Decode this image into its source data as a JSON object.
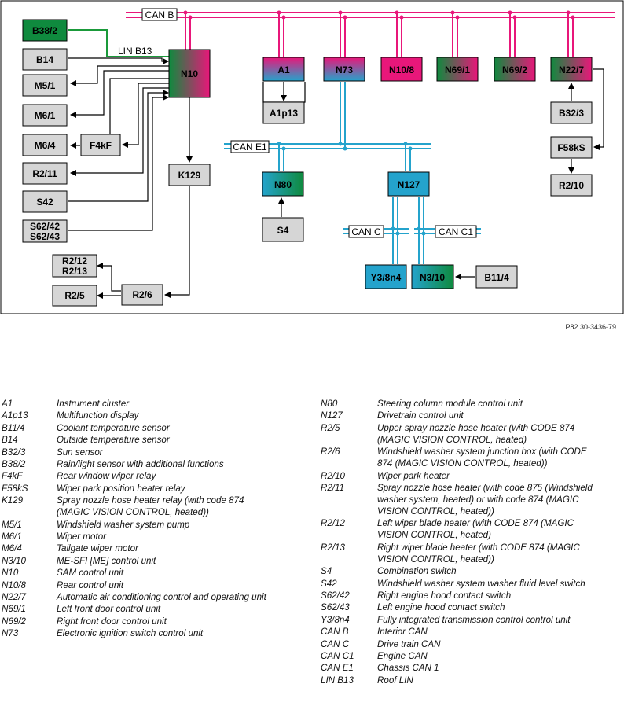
{
  "diagram": {
    "nodes": {
      "B38_2": "B38/2",
      "B14": "B14",
      "M5_1": "M5/1",
      "M6_1": "M6/1",
      "M6_4": "M6/4",
      "R2_11": "R2/11",
      "S42": "S42",
      "S62": "S62/42\nS62/43",
      "F4kF": "F4kF",
      "N10": "N10",
      "K129": "K129",
      "R2_12": "R2/12\nR2/13",
      "R2_5": "R2/5",
      "R2_6": "R2/6",
      "A1": "A1",
      "A1p13": "A1p13",
      "N73": "N73",
      "N10_8": "N10/8",
      "N69_1": "N69/1",
      "N69_2": "N69/2",
      "N22_7": "N22/7",
      "B32_3": "B32/3",
      "F58kS": "F58kS",
      "R2_10": "R2/10",
      "N80": "N80",
      "S4": "S4",
      "N127": "N127",
      "Y3_8n4": "Y3/8n4",
      "N3_10": "N3/10",
      "B11_4": "B11/4"
    },
    "buses": {
      "can_b": "CAN B",
      "can_e1": "CAN E1",
      "can_c": "CAN C",
      "can_c1": "CAN C1",
      "lin_b13": "LIN B13"
    },
    "colors": {
      "can_b": "#e8177a",
      "can_e": "#24a3cc",
      "green": "#0f8a3e",
      "magenta": "#e8177a",
      "gray": "#d6d6d6",
      "blue": "#24a3cc",
      "lin": "#1a9a3a"
    }
  },
  "reference_code": "P82.30-3436-79",
  "legend": {
    "left": [
      {
        "code": "A1",
        "desc": "Instrument cluster"
      },
      {
        "code": "A1p13",
        "desc": "Multifunction display"
      },
      {
        "code": "B11/4",
        "desc": "Coolant temperature sensor"
      },
      {
        "code": "B14",
        "desc": "Outside temperature sensor"
      },
      {
        "code": "B32/3",
        "desc": "Sun sensor"
      },
      {
        "code": "B38/2",
        "desc": "Rain/light sensor with additional functions"
      },
      {
        "code": "F4kF",
        "desc": "Rear window wiper relay"
      },
      {
        "code": "F58kS",
        "desc": "Wiper park position heater relay"
      },
      {
        "code": "K129",
        "desc": "Spray nozzle hose heater relay (with code 874\n(MAGIC VISION CONTROL, heated))"
      },
      {
        "code": "M5/1",
        "desc": "Windshield washer system pump"
      },
      {
        "code": "M6/1",
        "desc": "Wiper motor"
      },
      {
        "code": "M6/4",
        "desc": "Tailgate wiper motor"
      },
      {
        "code": "N3/10",
        "desc": "ME-SFI [ME] control unit"
      },
      {
        "code": "N10",
        "desc": "SAM control unit"
      },
      {
        "code": "N10/8",
        "desc": "Rear control unit"
      },
      {
        "code": "N22/7",
        "desc": "Automatic air conditioning control and operating unit"
      },
      {
        "code": "N69/1",
        "desc": "Left front door control unit"
      },
      {
        "code": "N69/2",
        "desc": "Right front door control unit"
      },
      {
        "code": "N73",
        "desc": "Electronic ignition switch control unit"
      }
    ],
    "right": [
      {
        "code": "N80",
        "desc": "Steering column module control unit"
      },
      {
        "code": "N127",
        "desc": "Drivetrain control unit"
      },
      {
        "code": "R2/5",
        "desc": "Upper spray nozzle hose heater (with CODE 874\n(MAGIC VISION CONTROL, heated)"
      },
      {
        "code": "R2/6",
        "desc": "Windshield washer system junction box (with CODE\n874 (MAGIC VISION CONTROL, heated))"
      },
      {
        "code": "R2/10",
        "desc": "Wiper park heater"
      },
      {
        "code": "R2/11",
        "desc": "Spray nozzle hose heater (with code 875 (Windshield\nwasher system, heated) or with code 874 (MAGIC\nVISION CONTROL, heated))"
      },
      {
        "code": "R2/12",
        "desc": "Left wiper blade heater (with CODE 874 (MAGIC\nVISION CONTROL, heated)"
      },
      {
        "code": "R2/13",
        "desc": "Right wiper blade heater (with CODE 874 (MAGIC\nVISION CONTROL, heated))"
      },
      {
        "code": "S4",
        "desc": "Combination switch"
      },
      {
        "code": "S42",
        "desc": "Windshield washer system washer fluid level switch"
      },
      {
        "code": "S62/42",
        "desc": "Right engine hood contact switch"
      },
      {
        "code": "S62/43",
        "desc": "Left engine hood contact switch"
      },
      {
        "code": "Y3/8n4",
        "desc": "Fully integrated transmission control control unit"
      },
      {
        "code": "CAN B",
        "desc": "Interior CAN"
      },
      {
        "code": "CAN C",
        "desc": "Drive train CAN"
      },
      {
        "code": "CAN C1",
        "desc": "Engine CAN"
      },
      {
        "code": "CAN E1",
        "desc": "Chassis CAN 1"
      },
      {
        "code": "LIN B13",
        "desc": "Roof LIN"
      }
    ]
  }
}
